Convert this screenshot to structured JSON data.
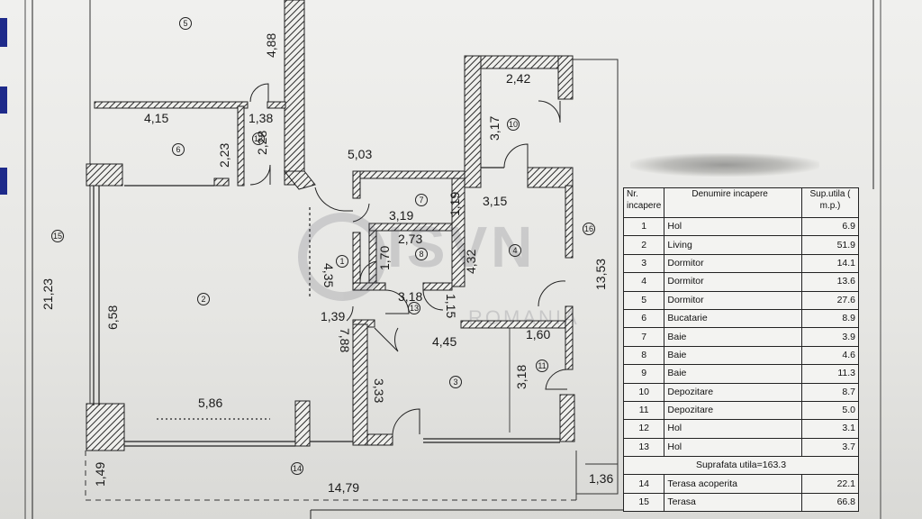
{
  "plan": {
    "room_markers": [
      "1",
      "2",
      "3",
      "4",
      "5",
      "6",
      "7",
      "8",
      "10",
      "11",
      "12",
      "13",
      "14",
      "15",
      "16"
    ],
    "dimensions": {
      "d_488": "4,88",
      "d_415": "4,15",
      "d_138": "1,38",
      "d_228": "2,28",
      "d_223": "2,23",
      "d_503": "5,03",
      "d_242": "2,42",
      "d_317": "3,17",
      "d_319": "3,19",
      "d_119": "1,19",
      "d_315": "3,15",
      "d_273": "2,73",
      "d_170": "1,70",
      "d_432": "4,32",
      "d_435": "4,35",
      "d_318a": "3,18",
      "d_115": "1,15",
      "d_139": "1,39",
      "d_445": "4,45",
      "d_160": "1,60",
      "d_788": "7,88",
      "d_318b": "3,18",
      "d_333": "3,33",
      "d_658": "6,58",
      "d_586": "5,86",
      "d_2123": "21,23",
      "d_1353": "13,53",
      "d_149": "1,49",
      "d_1479": "14,79",
      "d_136": "1,36"
    },
    "watermark": "ISVN",
    "watermark_sub": "ROMANIA"
  },
  "legend": {
    "header": {
      "col1": "Nr. incapere",
      "col2": "Denumire incapere",
      "col3": "Sup.utila ( m.p.)"
    },
    "rows": [
      {
        "nr": "1",
        "name": "Hol",
        "area": "6.9"
      },
      {
        "nr": "2",
        "name": "Living",
        "area": "51.9"
      },
      {
        "nr": "3",
        "name": "Dormitor",
        "area": "14.1"
      },
      {
        "nr": "4",
        "name": "Dormitor",
        "area": "13.6"
      },
      {
        "nr": "5",
        "name": "Dormitor",
        "area": "27.6"
      },
      {
        "nr": "6",
        "name": "Bucatarie",
        "area": "8.9"
      },
      {
        "nr": "7",
        "name": "Baie",
        "area": "3.9"
      },
      {
        "nr": "8",
        "name": "Baie",
        "area": "4.6"
      },
      {
        "nr": "9",
        "name": "Baie",
        "area": "11.3"
      },
      {
        "nr": "10",
        "name": "Depozitare",
        "area": "8.7"
      },
      {
        "nr": "11",
        "name": "Depozitare",
        "area": "5.0"
      },
      {
        "nr": "12",
        "name": "Hol",
        "area": "3.1"
      },
      {
        "nr": "13",
        "name": "Hol",
        "area": "3.7"
      }
    ],
    "total": "Suprafata utila=163.3",
    "extra_rows": [
      {
        "nr": "14",
        "name": "Terasa acoperita",
        "area": "22.1"
      },
      {
        "nr": "15",
        "name": "Terasa",
        "area": "66.8"
      }
    ]
  },
  "colors": {
    "wall": "#2b2b2b",
    "line": "#222222",
    "tab": "#1e2a8a"
  }
}
